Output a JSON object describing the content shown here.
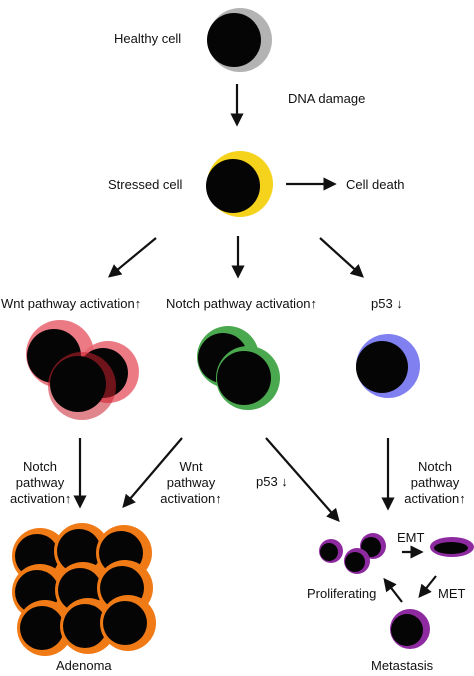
{
  "labels": {
    "healthy_cell": "Healthy cell",
    "dna_damage": "DNA damage",
    "stressed_cell": "Stressed cell",
    "cell_death": "Cell death",
    "wnt_activation": "Wnt pathway activation↑",
    "notch_activation": "Notch pathway activation↑",
    "p53_down": "p53 ↓",
    "left_notch": [
      "Notch",
      "pathway",
      "activation↑"
    ],
    "mid_wnt": [
      "Wnt",
      "pathway",
      "activation↑"
    ],
    "mid_p53": "p53 ↓",
    "right_notch": [
      "Notch",
      "pathway",
      "activation↑"
    ],
    "emt": "EMT",
    "met": "MET",
    "proliferating": "Proliferating",
    "adenoma": "Adenoma",
    "metastasis": "Metastasis"
  },
  "colors": {
    "healthy": "#b3b3b3",
    "stressed": "#f5d21c",
    "wnt": "#e8636f",
    "wnt_dark": "#c8202e",
    "notch": "#4aa84f",
    "p53": "#8080f0",
    "adenoma": "#f07a16",
    "metastasis": "#8e2aa0",
    "nucleus": "#050505",
    "arrow": "#111111"
  }
}
